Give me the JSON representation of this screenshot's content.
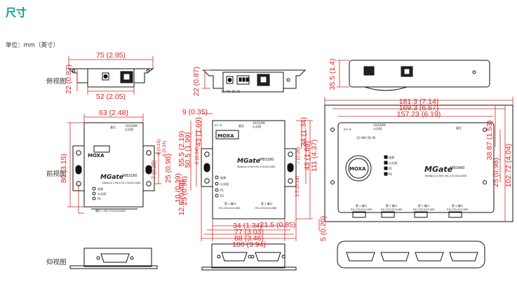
{
  "title": "尺寸",
  "unit_label": "单位：mm（英寸）",
  "views": {
    "top": "俯视图",
    "front": "前视图",
    "bottom": "仰视图"
  },
  "dimensions": {
    "d1": "75 (2.95)",
    "d2": "22 (0.87)",
    "d3": "52 (2.05)",
    "d4": "22 (0.87)",
    "d5": "35.5 (1.4)",
    "d6": "63 (2.48)",
    "d7": "80 (3.15)",
    "d8": "4 (0.16)",
    "d9": "6 (0.24)",
    "d10": "7 (0.28)",
    "d11": "25 (0.98)",
    "d12": "12.5 (0.49)",
    "d13": "9 (0.35)",
    "d14": "55.5 (2.19)",
    "d15": "50.5 (1.99)",
    "d16": "43 (1.69)",
    "d17": "34 (1.34)",
    "d18": "43 (1.69)",
    "d19": "111 (4.37)",
    "d20": "7 (0.28)",
    "d21": "6 (0.24)",
    "d22": "10 (0.39)",
    "d23": "25 (0.98)",
    "d24": "5 (0.20)",
    "d25": "3.5 (0.14)",
    "d26": "34 (1.34)",
    "d27": "21.5 (0.85)",
    "d28": "77 (3.03)",
    "d29": "88 (3.46)",
    "d30": "100 (3.94)",
    "d31": "181.3 (7.14)",
    "d32": "169.3 (6.67)",
    "d33": "157.23 (6.19)",
    "d34": "38.87 (1.53)",
    "d35": "102.72 (4.04)",
    "d36": "25 (0.98)"
  },
  "device_labels": {
    "moxa": "MOXA",
    "mgate": "MGate",
    "model_small": "MB3180",
    "model_mid": "MB3280",
    "model_big": "MB3480",
    "modbus_small": "Modbus 1-Port RS-232/422/485",
    "modbus_mid": "Modbus 2-Port RS-232/422/485",
    "modbus_big": "Modbus 4-Port RS-232/422/485",
    "leds": [
      "电源",
      "以太网",
      "P1",
      "P2"
    ],
    "port1": "端口 1 RS-232/422/485",
    "port_a": "第 1 端口",
    "port_b": "第 2 端口",
    "port_c": "第 3 端口",
    "port_d": "第 4 端口",
    "port_sub": "RS-232/422/485",
    "reset": "复位",
    "speed": "10/100M",
    "ethernet": "以太网",
    "vplus": "V+ V-",
    "power_in": "12-48V DC IN"
  },
  "colors": {
    "dimension": "#dd2222",
    "title": "#0c9a86",
    "outline": "#111111"
  }
}
